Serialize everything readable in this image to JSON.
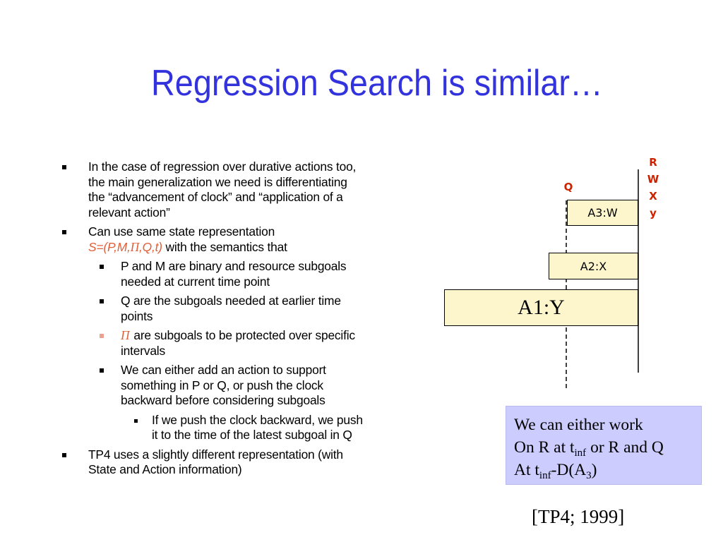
{
  "title": "Regression Search is similar…",
  "bullets": {
    "b1": "In the case of regression over durative actions too, the main generalization we need is differentiating the “advancement of clock” and “application of a relevant action”",
    "b2_intro": "Can use same state representation",
    "b2_formula_a": "S=(P,M,",
    "b2_formula_pi": "Π",
    "b2_formula_b": ",Q,t)",
    "b2_semantics": " with the semantics that",
    "b2_1": "P and M are binary and resource subgoals needed at current time point",
    "b2_2": "Q are the subgoals needed at earlier time points",
    "b2_3_pi": "Π",
    "b2_3": "are subgoals to be protected over specific intervals",
    "b2_4": "We can either add an action to support something in P or Q, or push the clock backward before considering subgoals",
    "b2_4_1": "If we push the clock backward, we push it to the time of the latest subgoal in Q",
    "b3": "TP4 uses a slightly different representation (with State and Action information)"
  },
  "diagram": {
    "q_label": "Q",
    "right_labels": [
      "R",
      "W",
      "X",
      "y"
    ],
    "actions": [
      "A3:W",
      "A2:X",
      "A1:Y"
    ],
    "colors": {
      "box_fill": "#fdf6cc",
      "label_red": "#cc2200",
      "note_fill": "#ccccff"
    }
  },
  "note": {
    "line1": "We can either work",
    "line2_a": "On R at t",
    "line2_sub": "inf",
    "line2_b": " or R and Q",
    "line3_a": "At t",
    "line3_sub": "inf",
    "line3_b": "-D(A",
    "line3_sub2": "3",
    "line3_c": ")"
  },
  "citation": "[TP4; 1999]",
  "colors": {
    "title": "#3333dd",
    "orange_formula": "#e0603a"
  }
}
